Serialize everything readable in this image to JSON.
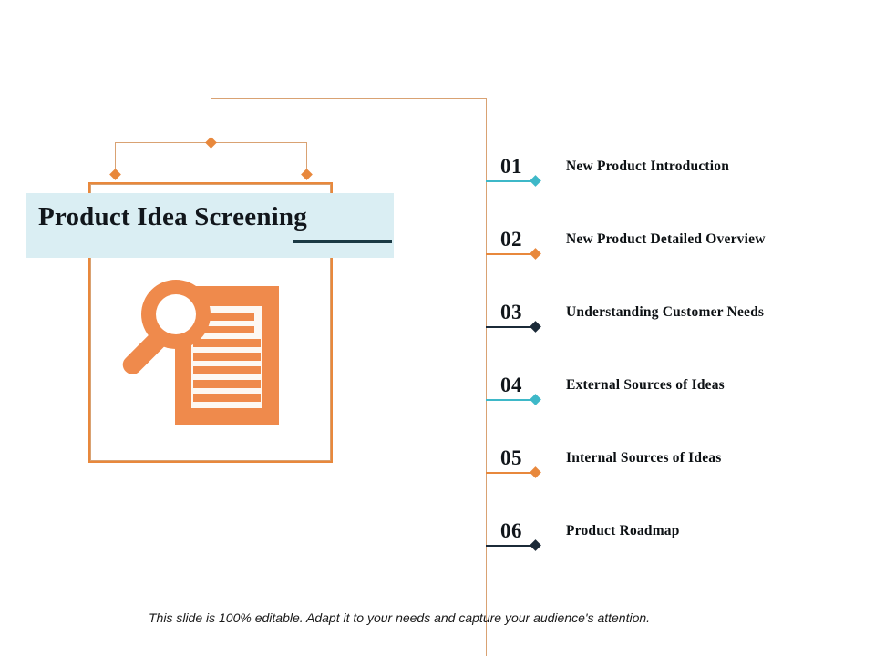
{
  "slide": {
    "title": "Product Idea Screening",
    "caption": "This slide is 100% editable. Adapt it to your needs and capture your audience's attention.",
    "icon_name": "magnifier-document-icon"
  },
  "colors": {
    "orange": "#E8883C",
    "orange_light": "#D9A273",
    "teal": "#3EB8C8",
    "navy": "#1B2A38",
    "title_band": "#DAEEF3",
    "title_underline": "#1B3A44"
  },
  "items": [
    {
      "num": "01",
      "label": "New Product Introduction",
      "accent": "#3EB8C8"
    },
    {
      "num": "02",
      "label": "New Product Detailed Overview",
      "accent": "#E8883C"
    },
    {
      "num": "03",
      "label": "Understanding Customer Needs",
      "accent": "#1B2A38"
    },
    {
      "num": "04",
      "label": "External Sources of Ideas",
      "accent": "#3EB8C8"
    },
    {
      "num": "05",
      "label": "Internal Sources of Ideas",
      "accent": "#E8883C"
    },
    {
      "num": "06",
      "label": "Product Roadmap",
      "accent": "#1B2A38"
    }
  ]
}
